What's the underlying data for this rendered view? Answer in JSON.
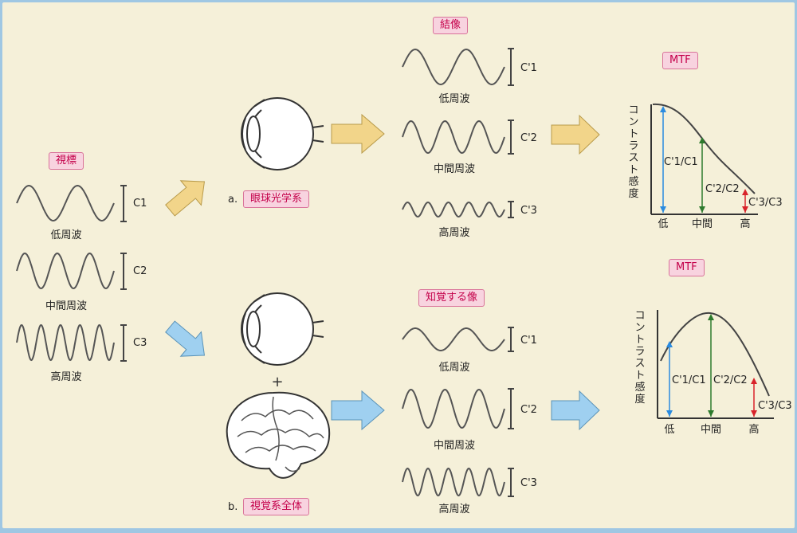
{
  "stimulus": {
    "title": "視標",
    "waves": [
      {
        "label": "低周波",
        "amp_label": "C1"
      },
      {
        "label": "中間周波",
        "amp_label": "C2"
      },
      {
        "label": "高周波",
        "amp_label": "C3"
      }
    ]
  },
  "path_a": {
    "letter": "a.",
    "title": "眼球光学系",
    "output_title": "結像",
    "waves": [
      {
        "label": "低周波",
        "amp_label": "C'1"
      },
      {
        "label": "中間周波",
        "amp_label": "C'2"
      },
      {
        "label": "高周波",
        "amp_label": "C'3"
      }
    ],
    "mtf": {
      "title": "MTF",
      "ylabel": "コントラスト感度",
      "ticks": [
        "低",
        "中間",
        "高"
      ],
      "ratio_labels": [
        "C'1/C1",
        "C'2/C2",
        "C'3/C3"
      ]
    }
  },
  "path_b": {
    "letter": "b.",
    "plus": "+",
    "title": "視覚系全体",
    "output_title": "知覚する像",
    "waves": [
      {
        "label": "低周波",
        "amp_label": "C'1"
      },
      {
        "label": "中間周波",
        "amp_label": "C'2"
      },
      {
        "label": "高周波",
        "amp_label": "C'3"
      }
    ],
    "mtf": {
      "title": "MTF",
      "ylabel": "コントラスト感度",
      "ticks": [
        "低",
        "中間",
        "高"
      ],
      "ratio_labels": [
        "C'1/C1",
        "C'2/C2",
        "C'3/C3"
      ]
    }
  },
  "colors": {
    "arrow_a": "#f2d58a",
    "arrow_b": "#9fd0f0",
    "tag_text": "#c4004a",
    "tag_fill": "#f8d3df",
    "ratio_low": "#2a8be0",
    "ratio_mid": "#2d7a2d",
    "ratio_high": "#d8232a"
  },
  "icons": [
    "eye-cross-section-icon",
    "brain-icon"
  ]
}
